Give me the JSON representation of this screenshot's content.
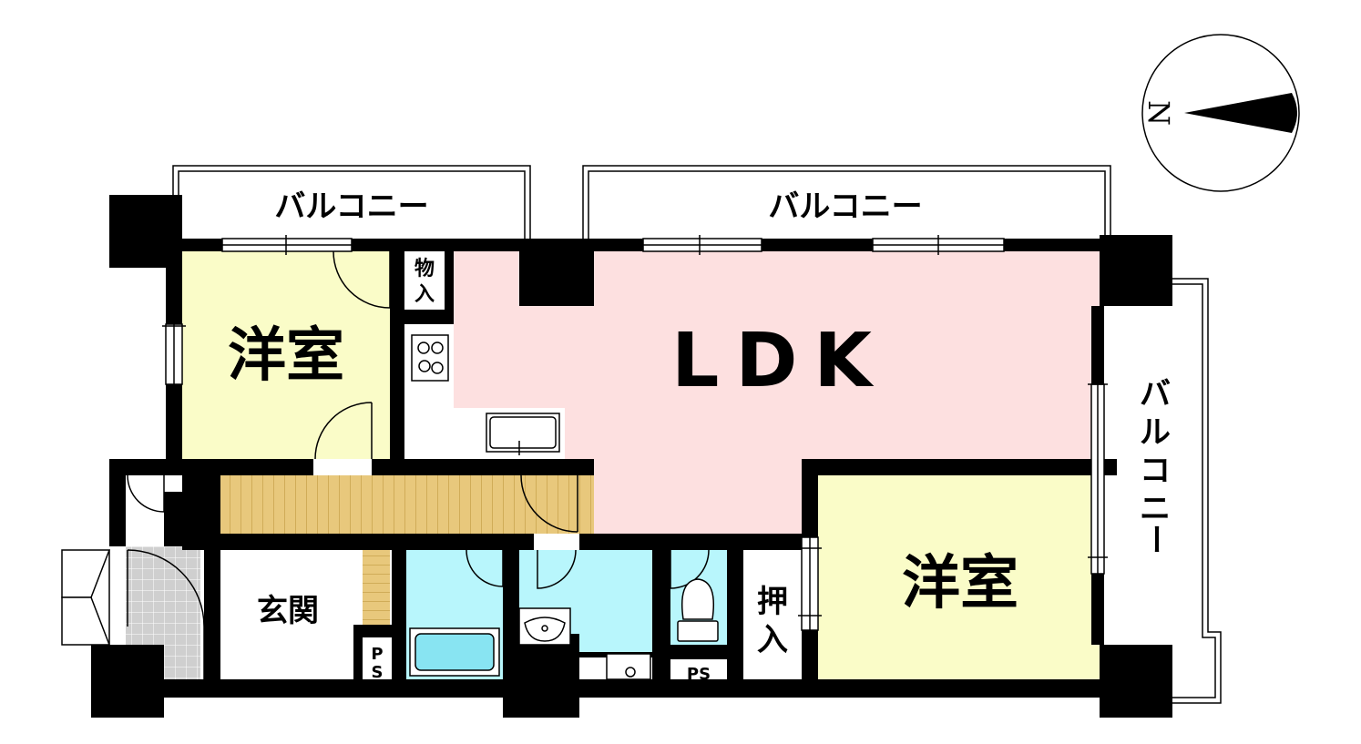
{
  "compass": {
    "north_label": "N"
  },
  "balconies": {
    "top_left": "バルコニー",
    "top_right": "バルコニー",
    "right": [
      "バ",
      "ル",
      "コ",
      "ニ",
      "ー"
    ]
  },
  "rooms": {
    "western_room_1": "洋室",
    "western_room_2": "洋室",
    "ldk": "LDK",
    "entrance": "玄関",
    "storage": [
      "物",
      "入"
    ],
    "closet": [
      "押",
      "入"
    ],
    "ps_entrance": [
      "P",
      "S"
    ],
    "ps_toilet": "PS"
  },
  "colors": {
    "western_room": "#fafcc8",
    "ldk": "#fde0e0",
    "wet_area": "#b8f6fc",
    "hallway": "#e8c87c",
    "wall": "#000000",
    "porch_tile": "#cccccc"
  }
}
